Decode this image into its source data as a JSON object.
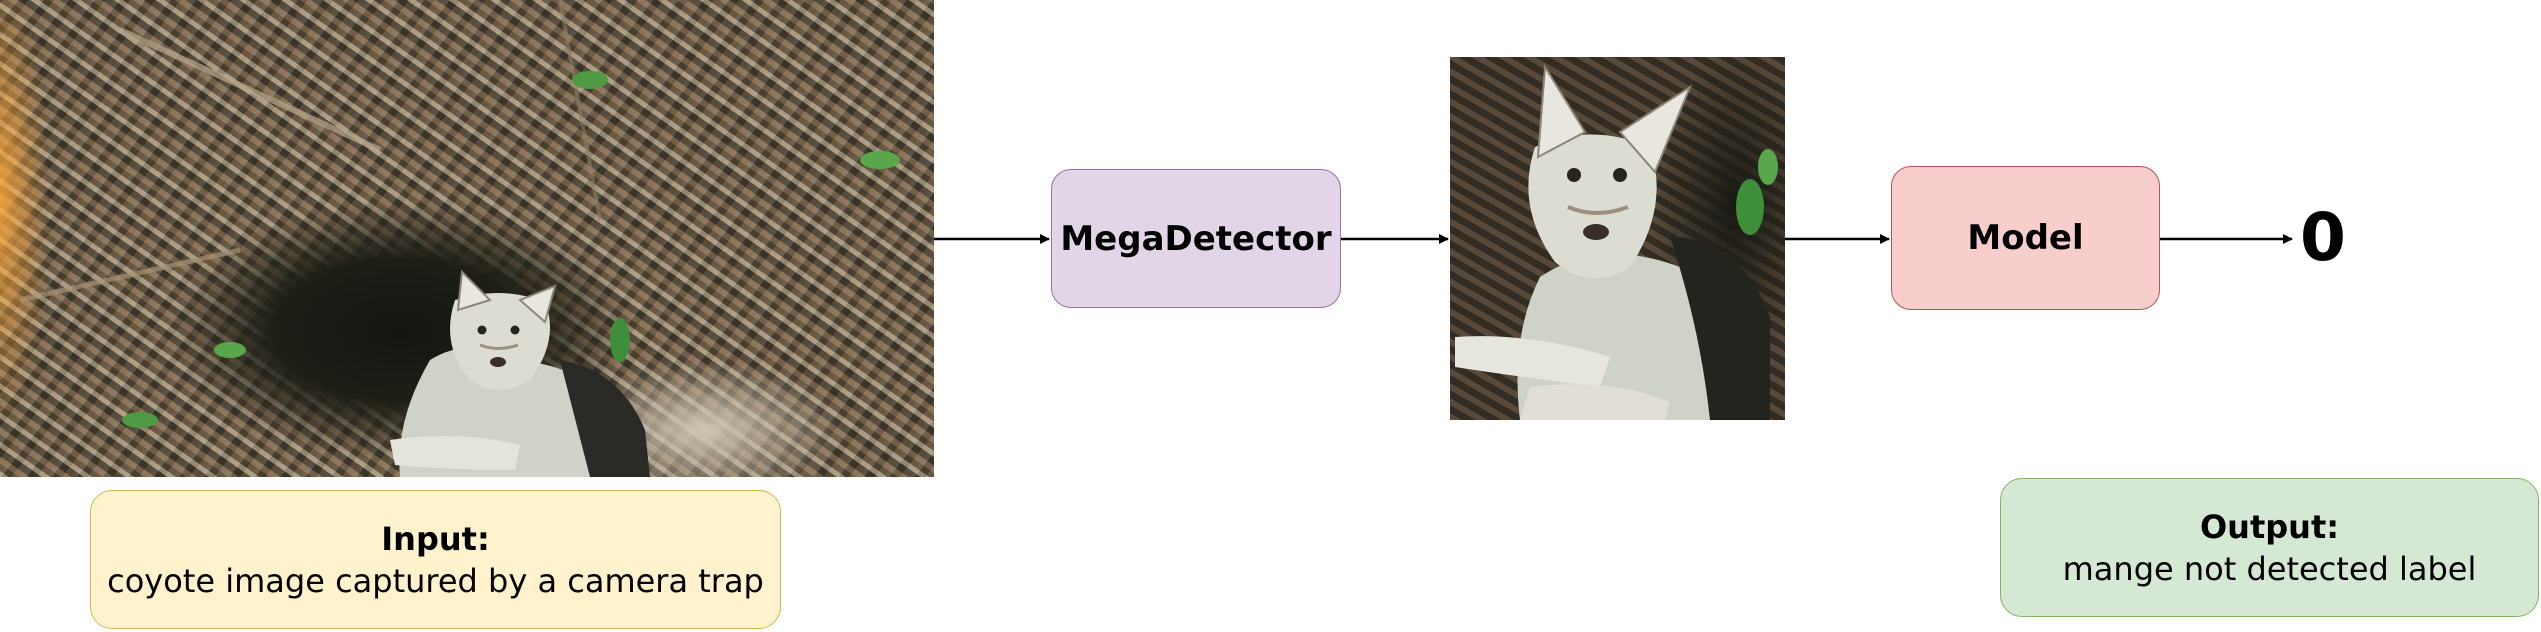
{
  "pipeline": {
    "input_image_alt": "coyote image captured by a camera trap",
    "detector_label": "MegaDetector",
    "model_label": "Model",
    "output_value": "0"
  },
  "notes": {
    "input_title": "Input:",
    "input_text": "coyote image captured by a camera trap",
    "output_title": "Output:",
    "output_text": "mange not detected label"
  },
  "colors": {
    "detector_fill": "#e1d5e7",
    "detector_stroke": "#9673a6",
    "model_fill": "#f8cecc",
    "model_stroke": "#b85450",
    "input_fill": "#fff2cc",
    "input_stroke": "#d6b656",
    "output_fill": "#d5e8d4",
    "output_stroke": "#82b366",
    "arrow": "#000000"
  }
}
